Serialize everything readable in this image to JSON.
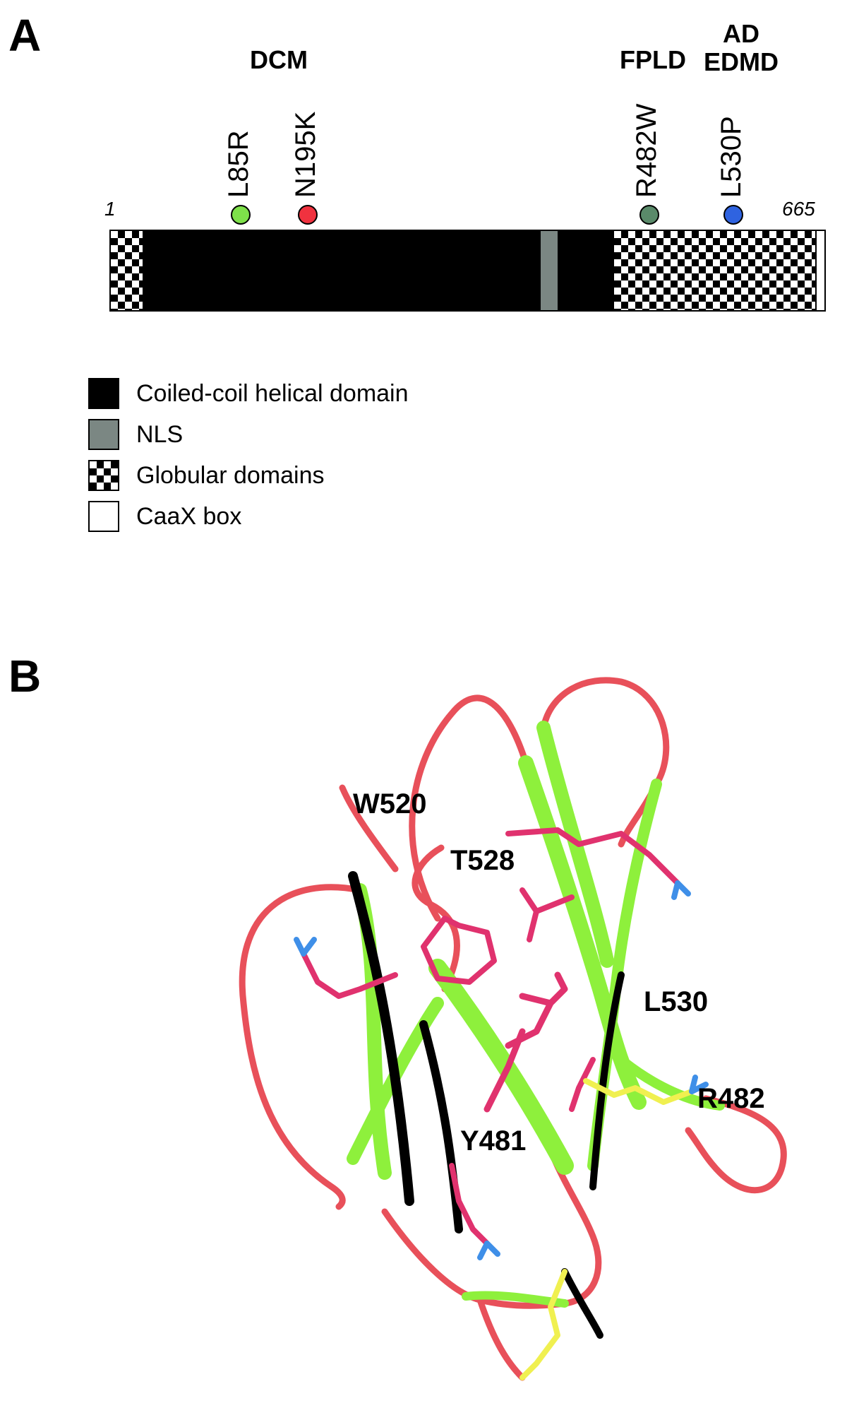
{
  "panel_a": {
    "label": "A",
    "groups": [
      {
        "id": "dcm",
        "text": "DCM"
      },
      {
        "id": "fpld",
        "text": "FPLD"
      },
      {
        "id": "ad",
        "line1": "AD",
        "line2": "EDMD"
      }
    ],
    "mutations": [
      {
        "label": "L85R",
        "color": "#7ee04a"
      },
      {
        "label": "N195K",
        "color": "#f0323f"
      },
      {
        "label": "R482W",
        "color": "#5a8a6a"
      },
      {
        "label": "L530P",
        "color": "#2f63e0"
      }
    ],
    "start_position": "1",
    "end_position": "665",
    "legend": [
      {
        "label": "Coiled-coil helical domain",
        "swatch": "black"
      },
      {
        "label": "NLS",
        "swatch": "#7b8783"
      },
      {
        "label": "Globular domains",
        "swatch": "checker"
      },
      {
        "label": "CaaX box",
        "swatch": "white"
      }
    ]
  },
  "panel_b": {
    "label": "B",
    "residues": [
      "W520",
      "T528",
      "L530",
      "R482",
      "Y481"
    ],
    "colors": {
      "loop": "#e8505a",
      "strand": "#8ef03c",
      "sidechain": "#e0326e",
      "highlight": "#f0f050",
      "nitrogen": "#3f8fe8"
    }
  }
}
